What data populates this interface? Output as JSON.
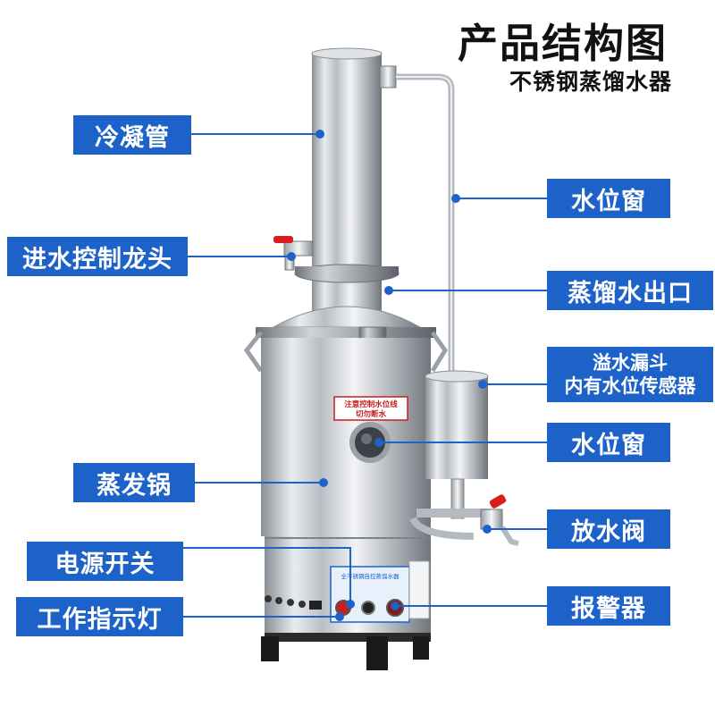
{
  "header": {
    "title": "产品结构图",
    "subtitle": "不锈钢蒸馏水器"
  },
  "labels": {
    "condenser": "冷凝管",
    "inlet_valve": "进水控制龙头",
    "evaporator": "蒸发锅",
    "power_switch": "电源开关",
    "indicator_light": "工作指示灯",
    "water_window_top": "水位窗",
    "distilled_outlet": "蒸馏水出口",
    "overflow_funnel": "溢水漏斗",
    "overflow_funnel_sub": "内有水位传感器",
    "water_window_mid": "水位窗",
    "drain_valve": "放水阀",
    "alarm": "报警器"
  },
  "device": {
    "warning_line1": "注意控制水位线",
    "warning_line2": "切勿断水",
    "panel_text": "全不锈钢自控蒸馏水器"
  },
  "colors": {
    "label_bg": "#1d62c9",
    "leader_line": "#1d62c9",
    "steel": "#c9cdd1",
    "valve_red": "#d81e1e"
  }
}
